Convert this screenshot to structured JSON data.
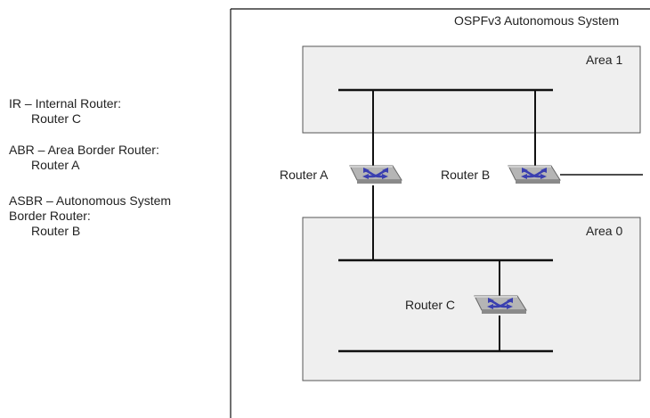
{
  "legend": [
    {
      "term": "IR – Internal Router:",
      "value": "Router C"
    },
    {
      "term": "ABR – Area Border Router:",
      "value": "Router A"
    },
    {
      "term": "ASBR – Autonomous System",
      "term2": "Border Router:",
      "value": "Router B"
    }
  ],
  "diagram": {
    "system_label": "OSPFv3 Autonomous System",
    "areas": [
      {
        "label": "Area 1"
      },
      {
        "label": "Area 0"
      }
    ],
    "routers": [
      {
        "label": "Router A"
      },
      {
        "label": "Router B"
      },
      {
        "label": "Router C"
      }
    ]
  },
  "colors": {
    "area_fill": "#efefef",
    "router_body": "#b5b5b5",
    "router_arrows": "#3a3fb0",
    "line": "#111111"
  },
  "icons": {
    "router": "router-crossed-arrows-icon"
  }
}
